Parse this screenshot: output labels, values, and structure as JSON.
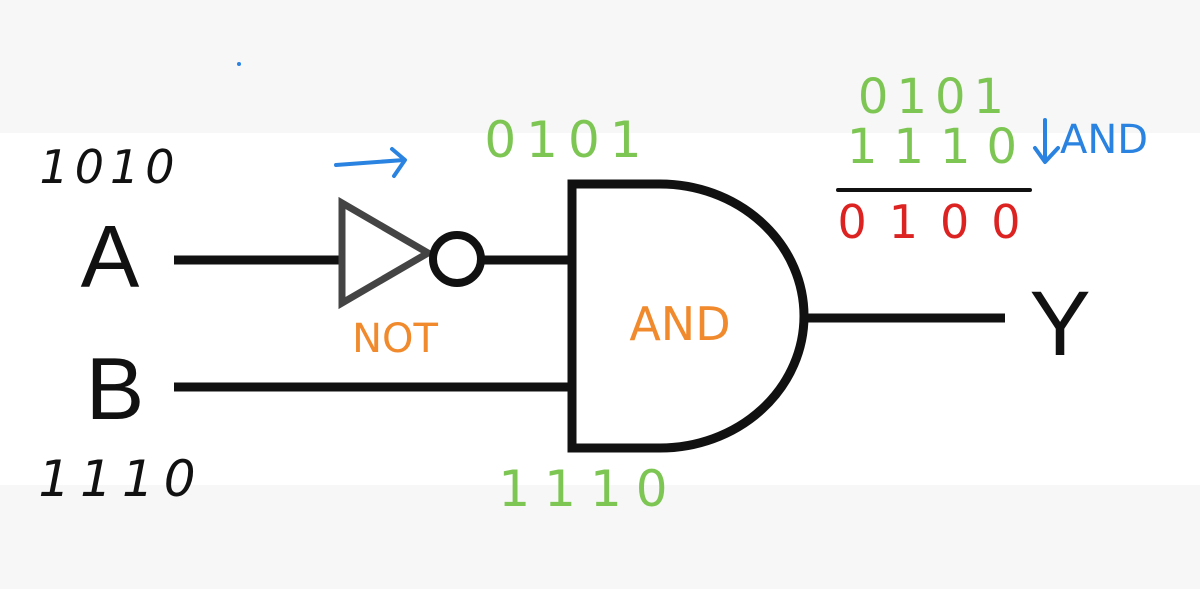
{
  "inputs": {
    "a_label": "A",
    "b_label": "B",
    "a_bits": "1010",
    "b_bits": "1110"
  },
  "not_gate": {
    "label": "NOT",
    "output_bits": "0101"
  },
  "and_gate": {
    "label": "AND",
    "b_input_bits": "1110"
  },
  "output": {
    "label": "Y"
  },
  "calculation": {
    "row1": "0101",
    "row2": "1110",
    "operation": "AND",
    "result": "0100"
  },
  "colors": {
    "wire": "#111111",
    "not_gate_stroke": "#444444",
    "input_bits": "#111111",
    "intermediate_bits": "#7dc653",
    "gate_labels": "#f08a2c",
    "annotation_blue": "#2a83e0",
    "result_red": "#dd2222"
  }
}
